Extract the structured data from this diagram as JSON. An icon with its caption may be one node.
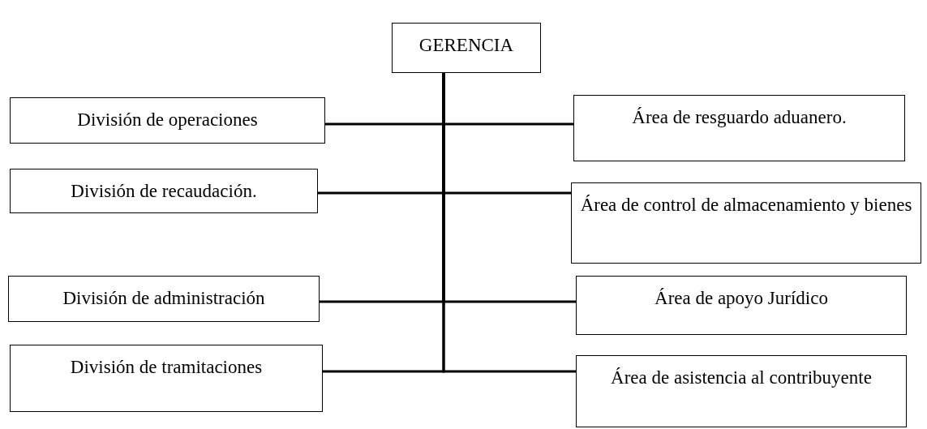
{
  "diagram": {
    "nodes": [
      {
        "text": [
          "GERENCIA"
        ]
      },
      {
        "text": [
          "División de operaciones"
        ]
      },
      {
        "text": [
          "Área de resguardo aduanero."
        ]
      },
      {
        "text": [
          "División de recaudación."
        ]
      },
      {
        "text": [
          "Área de control de almacenamiento y bienes"
        ]
      },
      {
        "text": [
          "División de administración"
        ]
      },
      {
        "text": [
          "Área de apoyo Jurídico"
        ]
      },
      {
        "text": [
          "División de tramitaciones"
        ]
      },
      {
        "text": [
          "Área de asistencia al contribuyente"
        ]
      }
    ],
    "edges": [
      {
        "from": 0,
        "to": 1,
        "arrow": "none"
      },
      {
        "from": 0,
        "to": 2,
        "arrow": "none"
      },
      {
        "from": 0,
        "to": 3,
        "arrow": "none"
      },
      {
        "from": 0,
        "to": 4,
        "arrow": "none"
      },
      {
        "from": 0,
        "to": 5,
        "arrow": "none"
      },
      {
        "from": 0,
        "to": 6,
        "arrow": "none"
      },
      {
        "from": 0,
        "to": 7,
        "arrow": "none"
      },
      {
        "from": 0,
        "to": 8,
        "arrow": "none"
      }
    ]
  }
}
